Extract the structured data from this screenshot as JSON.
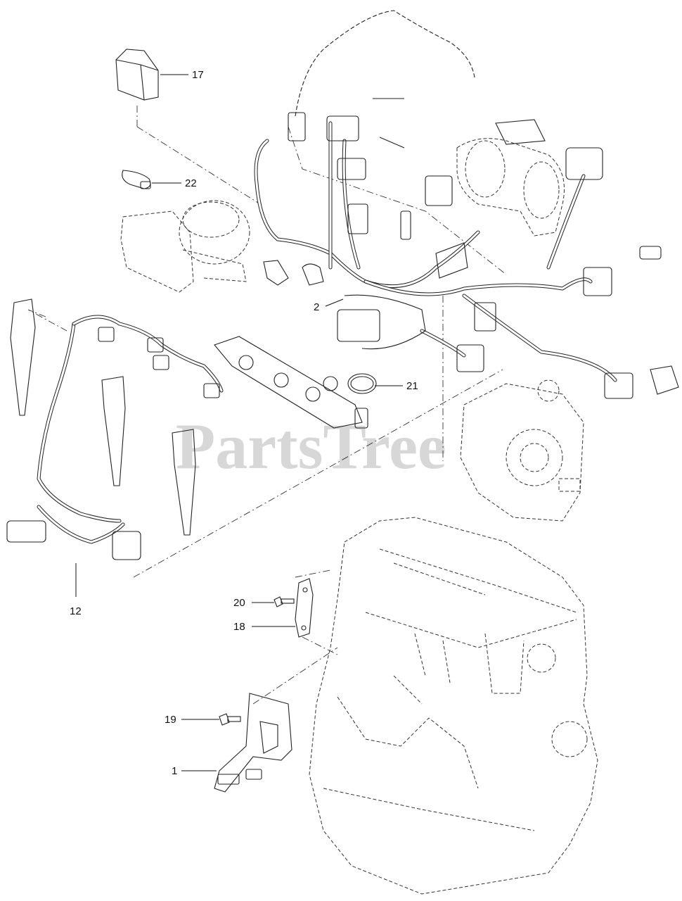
{
  "watermark": "PartsTree",
  "callouts": {
    "c1": "1",
    "c2": "2",
    "c12": "12",
    "c17": "17",
    "c18": "18",
    "c19": "19",
    "c20": "20",
    "c21": "21",
    "c22": "22"
  }
}
